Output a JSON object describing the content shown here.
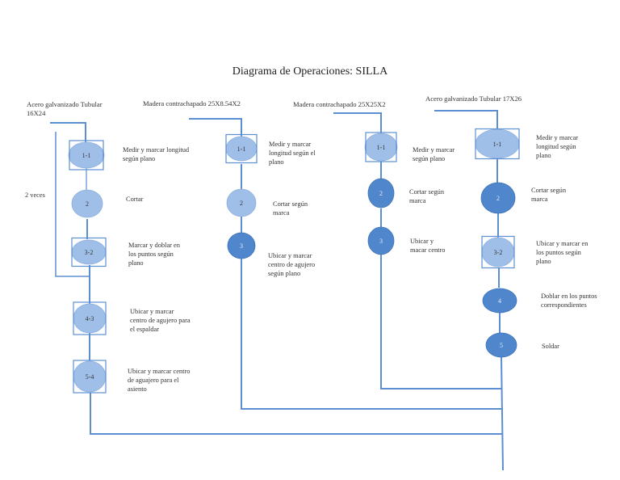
{
  "title": "Diagrama de Operaciones: SILLA",
  "colors": {
    "line": "#5b8fd1",
    "light_fill": "#9fbfe8",
    "dark_fill": "#4f86cc",
    "box_stroke": "#5b8fd1",
    "light_text": "#333333",
    "dark_text": "#e8f0fb"
  },
  "repeat_note": "2 veces",
  "columns": [
    {
      "material": "Acero galvanizado Tubular\n16X24",
      "steps": [
        {
          "id": "1-1",
          "type": "combined",
          "tone": "light",
          "label": "Medir y marcar longitud\nsegún plano"
        },
        {
          "id": "2",
          "type": "operation",
          "tone": "light",
          "label": "Cortar"
        },
        {
          "id": "3-2",
          "type": "combined",
          "tone": "light",
          "label": "Marcar y doblar en\nlos puntos según\nplano"
        },
        {
          "id": "4-3",
          "type": "combined",
          "tone": "light",
          "label": "Ubicar y marcar\ncentro de agujero para\nel espaldar"
        },
        {
          "id": "5-4",
          "type": "combined",
          "tone": "light",
          "label": "Ubicar y marcar centro\nde  aguajero para el\nasiento"
        }
      ]
    },
    {
      "material": "Madera contrachapado 25X8.54X2",
      "steps": [
        {
          "id": "1-1",
          "type": "combined",
          "tone": "light",
          "label": "Medir y marcar\nlongitud según el\nplano"
        },
        {
          "id": "2",
          "type": "operation",
          "tone": "light",
          "label": "Cortar según\nmarca"
        },
        {
          "id": "3",
          "type": "operation",
          "tone": "dark",
          "label": "Ubicar y marcar\ncentro de agujero\nsegún plano"
        }
      ]
    },
    {
      "material": "Madera contrachapado 25X25X2",
      "steps": [
        {
          "id": "1-1",
          "type": "combined",
          "tone": "light",
          "label": "Medir y marcar\nsegún plano"
        },
        {
          "id": "2",
          "type": "operation",
          "tone": "dark",
          "label": "Cortar según\nmarca"
        },
        {
          "id": "3",
          "type": "operation",
          "tone": "dark",
          "label": "Ubicar y\nmacar centro"
        }
      ]
    },
    {
      "material": "Acero galvanizado Tubular 17X26",
      "steps": [
        {
          "id": "1-1",
          "type": "combined",
          "tone": "light",
          "label": "Medir y marcar\nlongitud según\nplano"
        },
        {
          "id": "2",
          "type": "operation",
          "tone": "dark",
          "label": "Cortar según\nmarca"
        },
        {
          "id": "3-2",
          "type": "combined",
          "tone": "light",
          "label": "Ubicar y marcar en\nlos puntos según\nplano"
        },
        {
          "id": "4",
          "type": "operation",
          "tone": "dark",
          "label": "Doblar en los puntos\ncorrespondientes"
        },
        {
          "id": "5",
          "type": "operation",
          "tone": "dark",
          "label": "Soldar"
        }
      ]
    }
  ]
}
